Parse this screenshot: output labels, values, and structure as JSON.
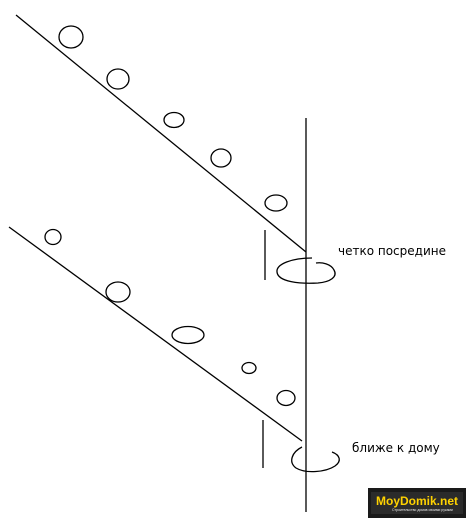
{
  "labels": {
    "top": "четко посредине",
    "bottom": "ближе к дому"
  },
  "watermark": {
    "brand": "MoyDomik.net",
    "tagline": "Строительство домов своими руками"
  },
  "colors": {
    "line": "#000000",
    "background": "#ffffff",
    "watermark_bg": "#1a1a1a",
    "watermark_text": "#ffd200"
  }
}
